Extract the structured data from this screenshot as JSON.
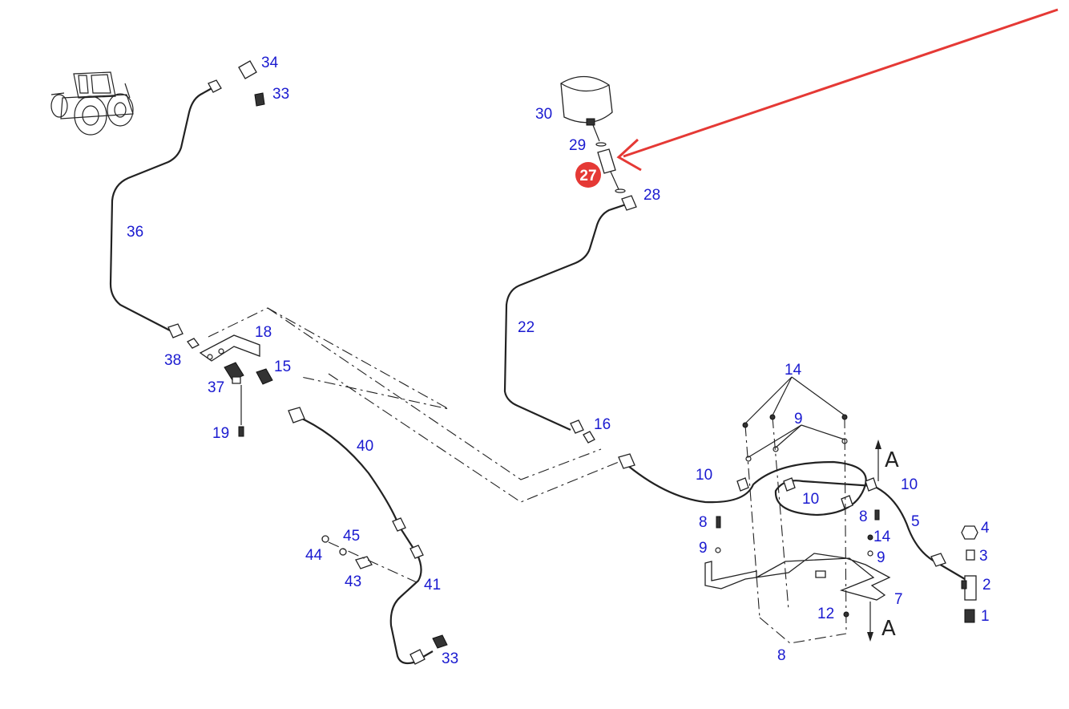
{
  "diagram": {
    "highlight_color": "#e53935",
    "label_color": "#1a1ad0",
    "highlighted_part": "27",
    "section_marker": "A",
    "callouts": [
      "34",
      "33",
      "36",
      "38",
      "18",
      "37",
      "15",
      "19",
      "40",
      "45",
      "44",
      "43",
      "41",
      "33",
      "30",
      "29",
      "27",
      "28",
      "22",
      "16",
      "14",
      "9",
      "10",
      "10",
      "10",
      "8",
      "8",
      "9",
      "14",
      "9",
      "5",
      "4",
      "3",
      "2",
      "1",
      "7",
      "12",
      "8"
    ],
    "icons": [
      "tractor-icon"
    ]
  }
}
